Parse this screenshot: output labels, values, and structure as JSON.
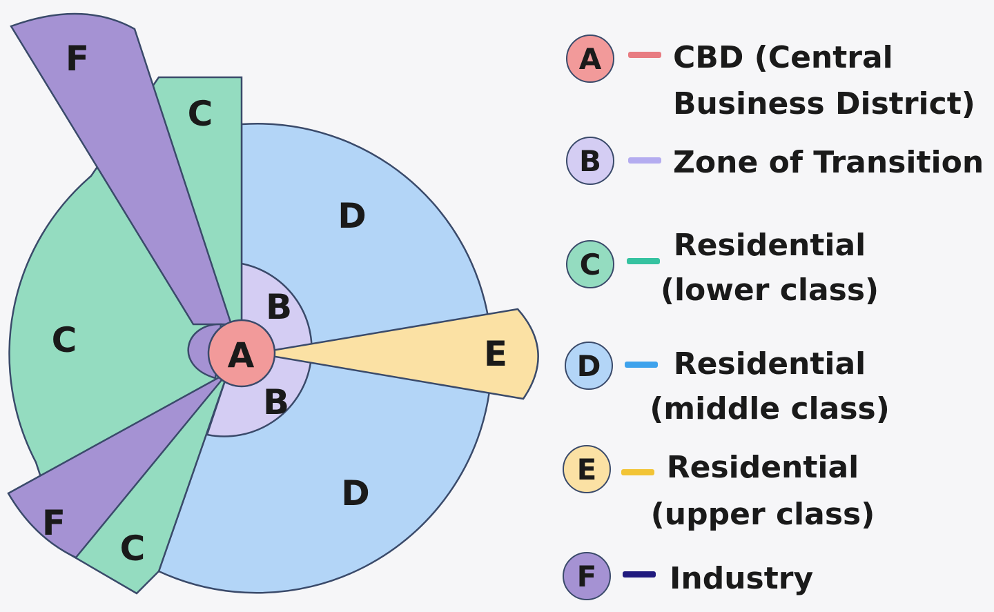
{
  "colors": {
    "A": "#f29a9a",
    "B": "#d4cdf3",
    "C": "#94dcc0",
    "D": "#b3d5f7",
    "E": "#fbe1a4",
    "F": "#a592d3",
    "stroke": "#3a4a6a",
    "dash_A": "#e87c82",
    "dash_B": "#b4acf0",
    "dash_C": "#35c2a0",
    "dash_D": "#3ea2ec",
    "dash_E": "#f2c436",
    "dash_F": "#201a7e"
  },
  "diagram": {
    "zones": {
      "A": "A",
      "B_upper": "B",
      "B_lower": "B",
      "C_top": "C",
      "C_left": "C",
      "C_bottom": "C",
      "D_upper": "D",
      "D_lower": "D",
      "E": "E",
      "F_top": "F",
      "F_bottom": "F"
    }
  },
  "legend": {
    "items": [
      {
        "letter": "A",
        "lines": [
          "CBD (Central",
          "Business District)"
        ]
      },
      {
        "letter": "B",
        "lines": [
          "Zone of Transition"
        ]
      },
      {
        "letter": "C",
        "lines": [
          "Residential",
          "(lower class)"
        ]
      },
      {
        "letter": "D",
        "lines": [
          "Residential",
          "(middle class)"
        ]
      },
      {
        "letter": "E",
        "lines": [
          "Residential",
          "(upper class)"
        ]
      },
      {
        "letter": "F",
        "lines": [
          "Industry"
        ]
      }
    ]
  }
}
